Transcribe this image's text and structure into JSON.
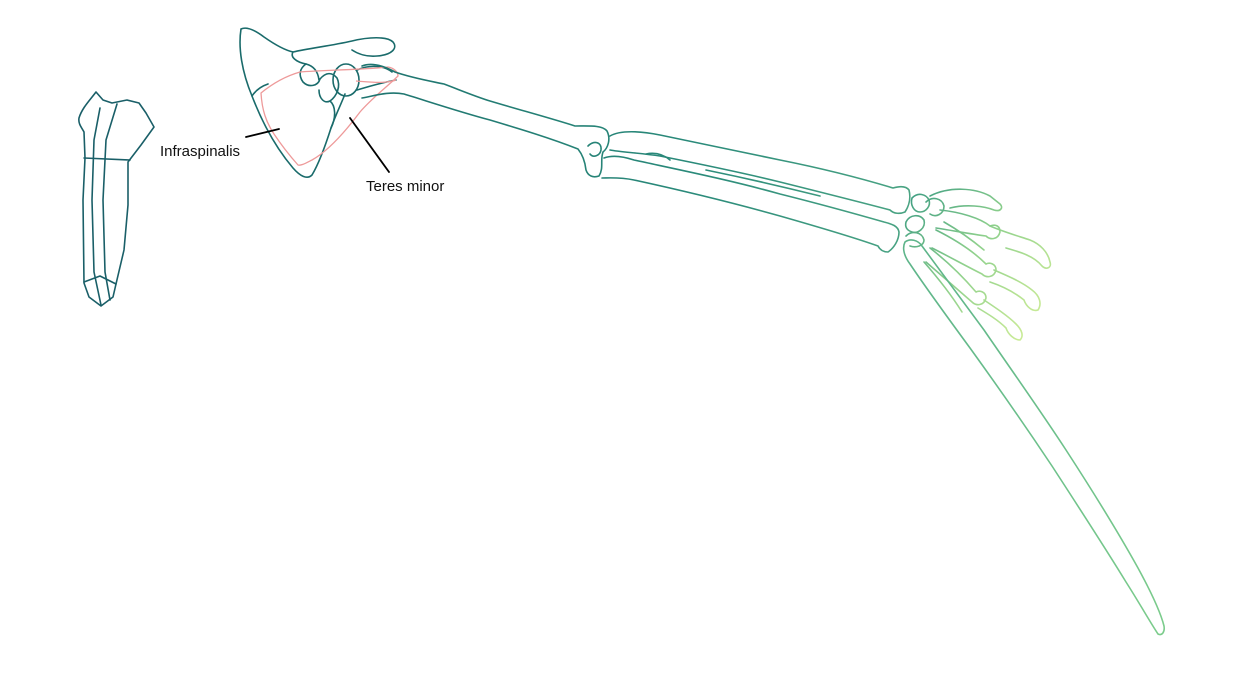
{
  "labels": {
    "infraspinalis": "Infraspinalis",
    "teres_minor": "Teres minor"
  },
  "colors": {
    "background": "#ffffff",
    "label_text": "#111111",
    "leader_line": "#000000",
    "muscle_outline": "#ee9a9a",
    "bone_proximal": "#1a6b6b",
    "bone_mid": "#2a8a7a",
    "bone_distal": "#6cc08a",
    "bone_hand": "#c4e890"
  },
  "icons": {
    "scapula": "scapula-bone",
    "humerus": "humerus-bone",
    "radius_ulna": "forearm-bones",
    "hand": "hand-bones",
    "detached_bone": "detached-bone",
    "long_bone": "long-trailing-bone"
  }
}
